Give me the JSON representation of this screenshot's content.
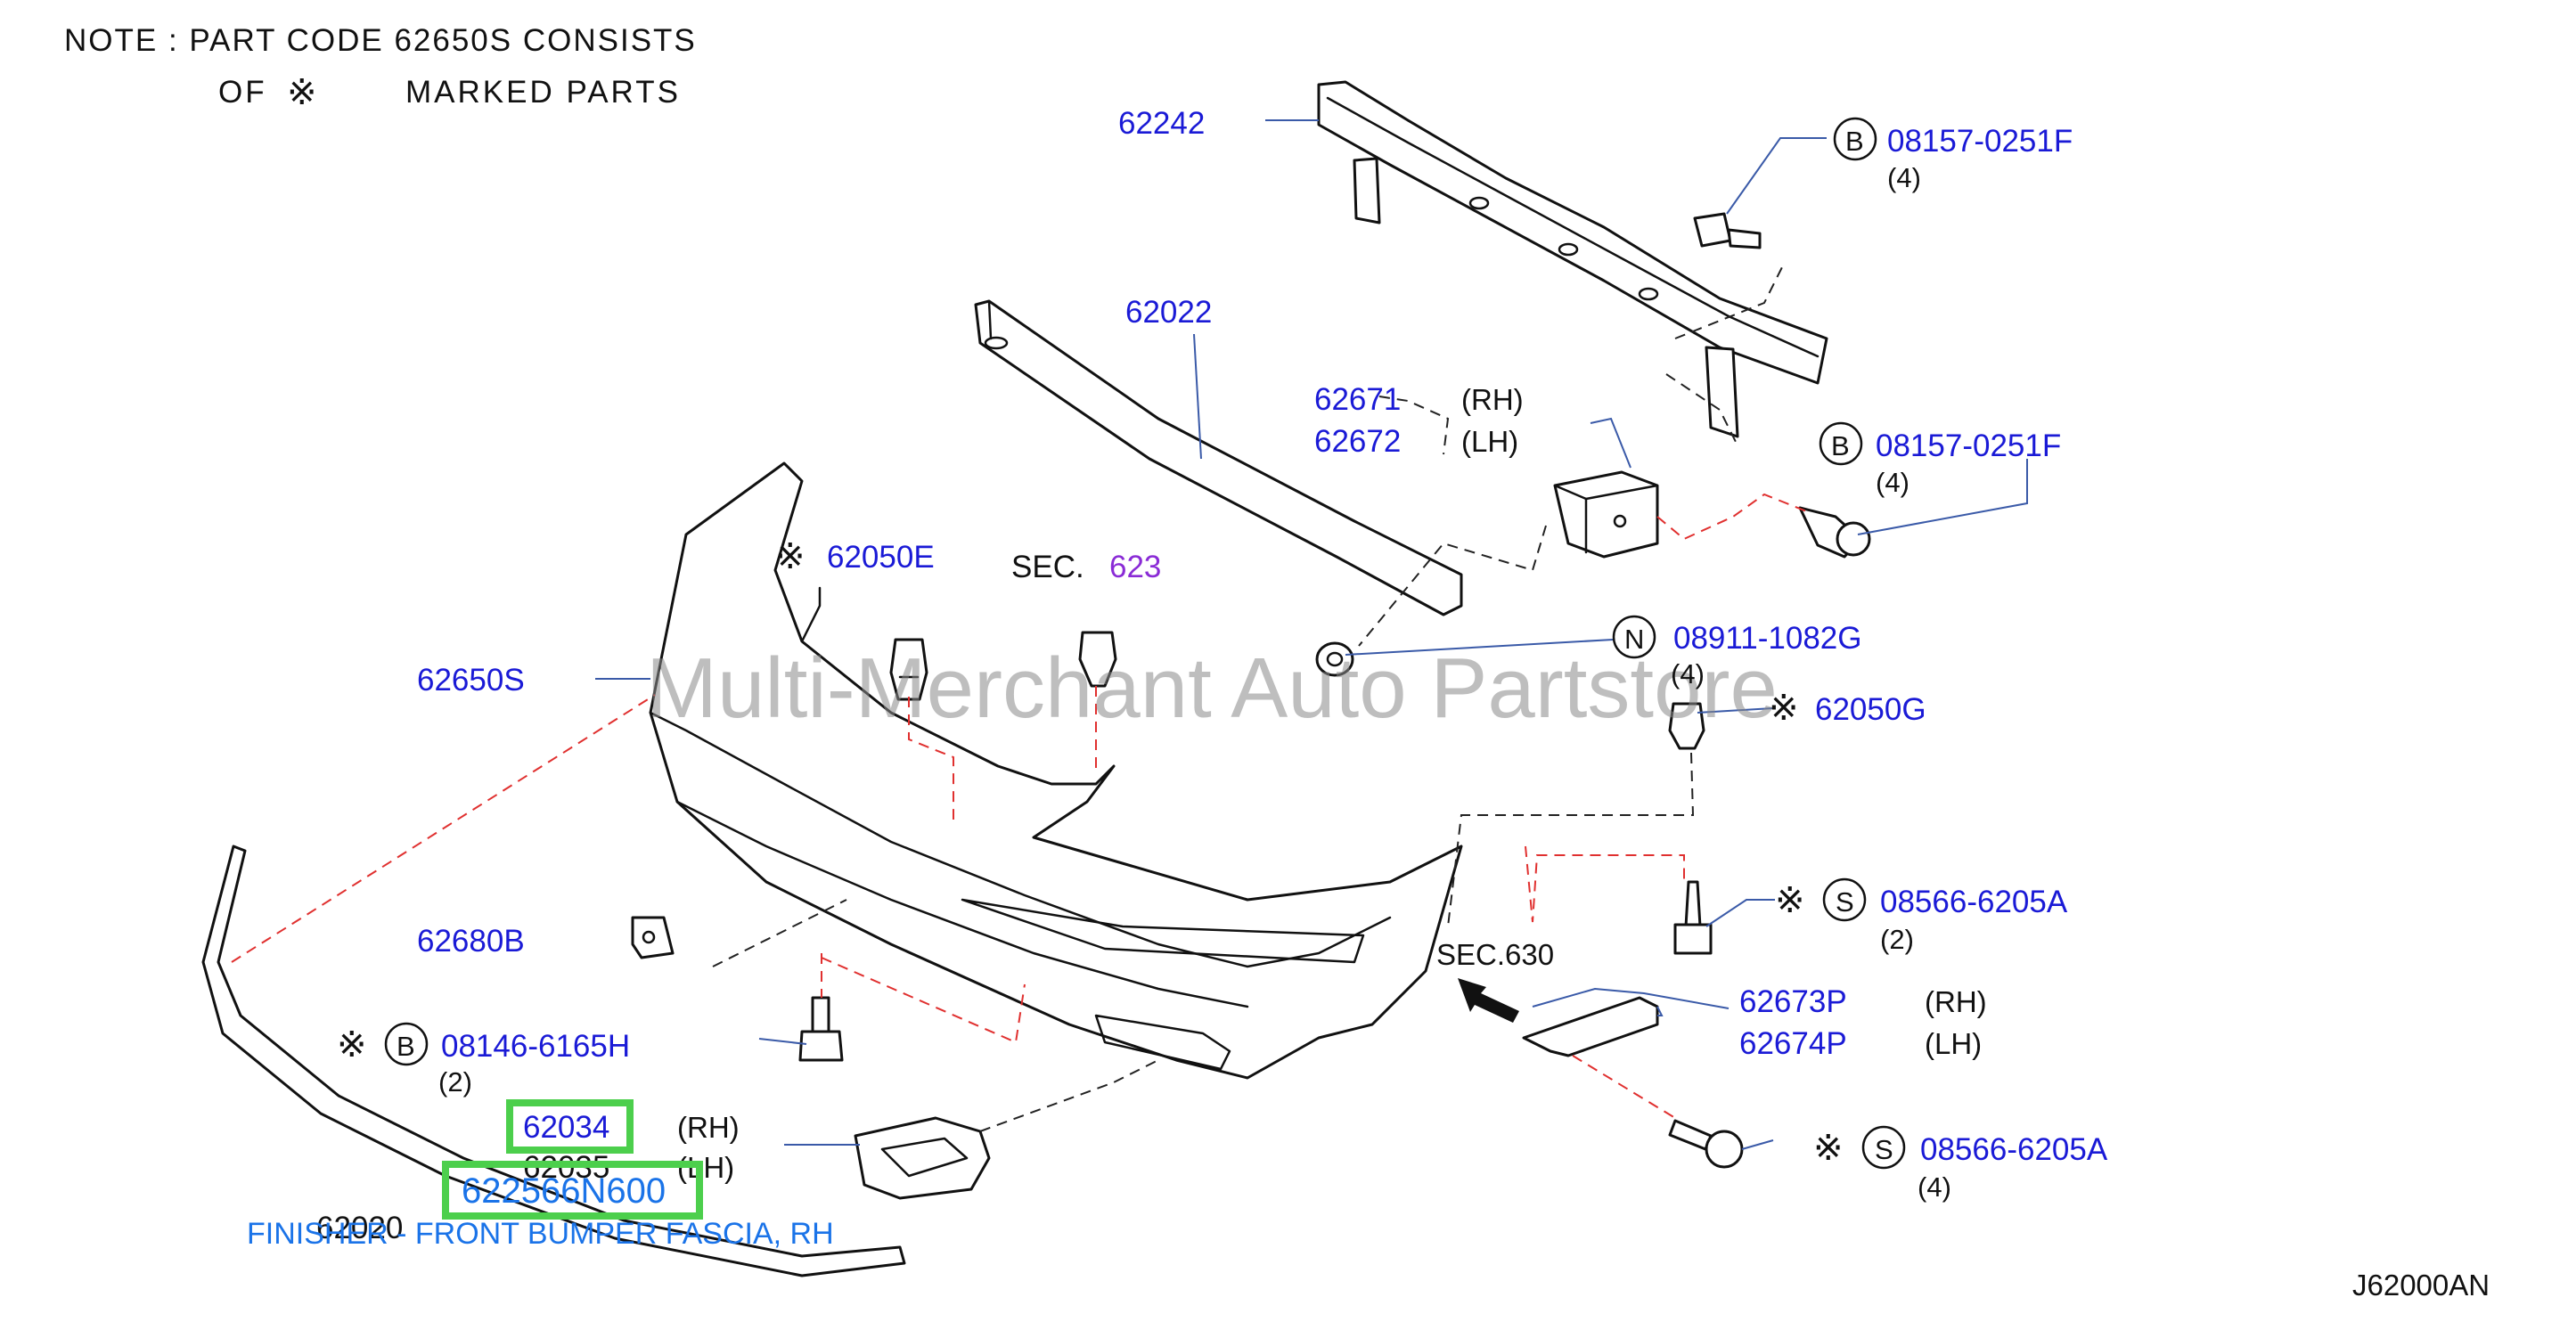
{
  "note": {
    "line1": "NOTE  :  PART   CODE  62650S  CONSISTS",
    "line2_of": "OF",
    "line2_marked": "MARKED  PARTS"
  },
  "watermark": "Multi-Merchant Auto Partstore",
  "diagram_code": "J62000AN",
  "symbols": {
    "kome": "※",
    "b": "B",
    "n": "N",
    "s": "S"
  },
  "labels": {
    "p62242": "62242",
    "p62022": "62022",
    "p62671": "62671",
    "p62671_side": "(RH)",
    "p62672": "62672",
    "p62672_side": "(LH)",
    "bolt_top": "08157-0251F",
    "bolt_top_qty": "(4)",
    "bolt_mid": "08157-0251F",
    "bolt_mid_qty": "(4)",
    "p62050e": "62050E",
    "sec623_prefix": "SEC.",
    "sec623_num": "623",
    "nut": "08911-1082G",
    "nut_qty": "(4)",
    "p62050g": "62050G",
    "p62650s": "62650S",
    "p62680b": "62680B",
    "screw_s1": "08566-6205A",
    "screw_s1_qty": "(2)",
    "sec630": "SEC.630",
    "p62673p": "62673P",
    "p62673p_side": "(RH)",
    "p62674p": "62674P",
    "p62674p_side": "(LH)",
    "bolt_b2": "08146-6165H",
    "bolt_b2_qty": "(2)",
    "p62034": "62034",
    "p62034_side": "(RH)",
    "p62035": "62035",
    "p62035_side": "(LH)",
    "screw_s2": "08566-6205A",
    "screw_s2_qty": "(4)",
    "oem_part": "622566N600",
    "p62020": "62020",
    "tooltip": "FINISHER - FRONT BUMPER FASCIA, RH"
  },
  "colors": {
    "link": "#1a1ad6",
    "section_link": "#8a2bd6",
    "highlight": "#4ccf4c",
    "overlay_text": "#1a73e8",
    "guide_dash": "#e0302f"
  }
}
